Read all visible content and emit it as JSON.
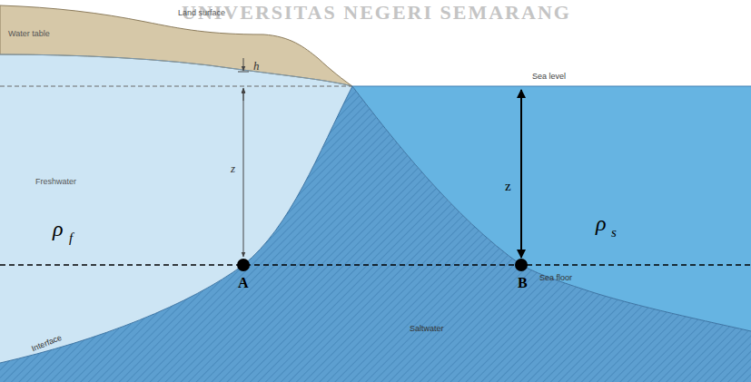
{
  "diagram": {
    "labels": [
      "UNIVERSITAS NEGERI SEMARANG",
      "Land surface",
      "Water table",
      "h",
      "Sea level",
      "z",
      "Freshwater",
      "z",
      "ρ",
      "f",
      "ρ",
      "s",
      "A",
      "B",
      "Sea floor",
      "Interface",
      "Saltwater"
    ]
  }
}
